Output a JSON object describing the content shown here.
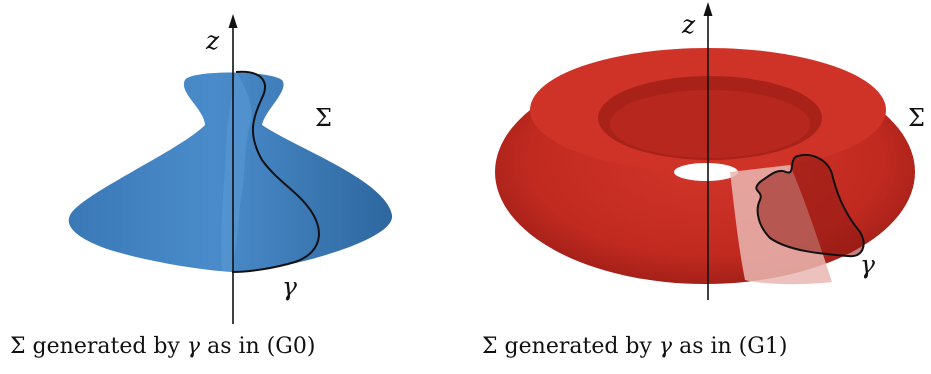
{
  "figure": {
    "left": {
      "axis_label": "z",
      "surface_label": "Σ",
      "curve_label": "γ",
      "caption": {
        "sigma": "Σ",
        "pre": " generated by ",
        "gamma": "γ",
        "post": " as in (G0)"
      },
      "colors": {
        "surface": "#3f7fbf",
        "surface_dark": "#2a5f93",
        "curve": "#111111"
      }
    },
    "right": {
      "axis_label": "z",
      "surface_label": "Σ",
      "curve_label": "γ",
      "caption": {
        "sigma": "Σ",
        "pre": " generated by ",
        "gamma": "γ",
        "post": " as in (G1)"
      },
      "colors": {
        "surface": "#c42a20",
        "surface_dark": "#8f1a14",
        "highlight": "#e9b4b0",
        "curve": "#111111"
      }
    }
  }
}
